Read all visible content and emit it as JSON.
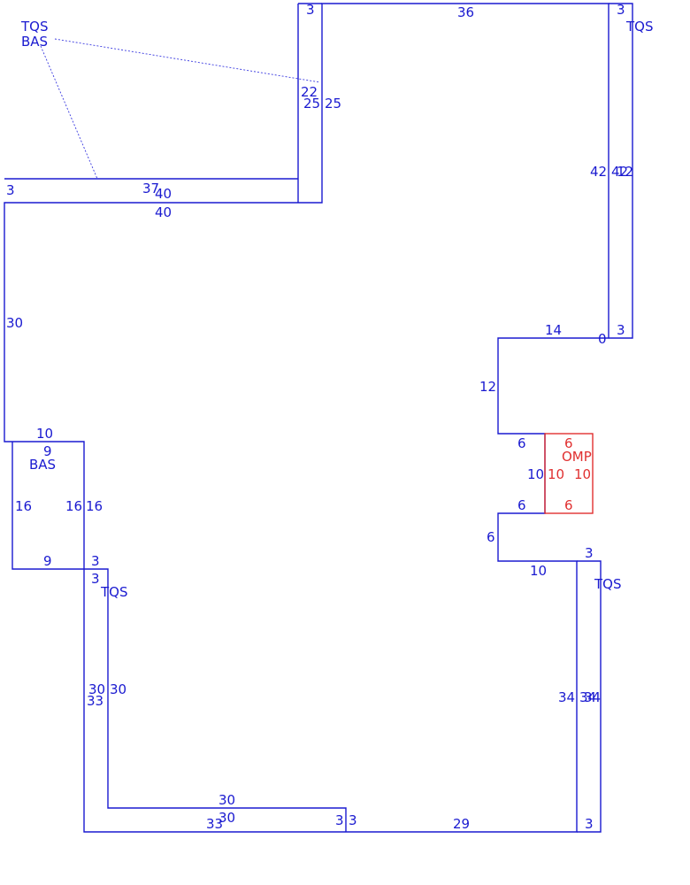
{
  "colors": {
    "blue": "#1a1ad0",
    "red": "#e03030"
  },
  "areas": {
    "tqs_top_left": "TQS",
    "bas_top_left": "BAS",
    "tqs_top_right": "TQS",
    "bas_left": "BAS",
    "tqs_left_lower": "TQS",
    "omp": "OMP",
    "tqs_right_lower": "TQS"
  },
  "dims": {
    "top_3_left": "3",
    "top_36": "36",
    "top_3_right": "3",
    "v22": "22",
    "v25a": "25",
    "v25b": "25",
    "left_3": "3",
    "h37": "37",
    "h40a": "40",
    "h40b": "40",
    "right_42a": "42",
    "right_42b": "42",
    "right_12": "12",
    "left_30": "30",
    "h14": "14",
    "n0": "0",
    "r3": "3",
    "v12": "12",
    "bas_10": "10",
    "bas_9": "9",
    "h6a": "6",
    "v10": "10",
    "h6b": "6",
    "v6": "6",
    "h10": "10",
    "r3b": "3",
    "bas_16a": "16",
    "bas_16b": "16",
    "bas_16c": "16",
    "bas_9b": "9",
    "j3a": "3",
    "j3b": "3",
    "v30a": "30",
    "v30b": "30",
    "v33": "33",
    "r34a": "34",
    "r34b": "34",
    "r34c": "34",
    "b30a": "30",
    "b30b": "30",
    "b33": "33",
    "b3a": "3",
    "b3b": "3",
    "b29": "29",
    "b3c": "3"
  },
  "omp_dims": {
    "top": "6",
    "left": "10",
    "right": "10",
    "bottom": "6"
  }
}
